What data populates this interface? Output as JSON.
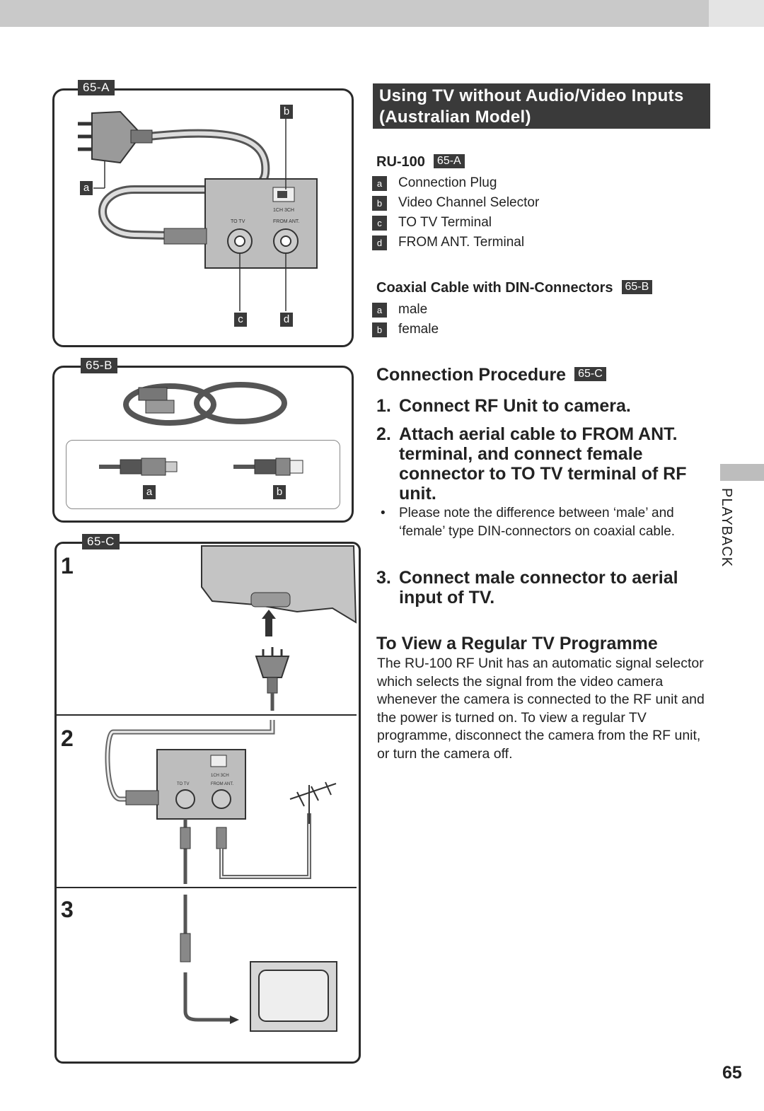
{
  "figures": {
    "a": {
      "tag": "65-A",
      "label_a": "a",
      "label_b": "b",
      "label_c": "c",
      "label_d": "d"
    },
    "b": {
      "tag": "65-B",
      "label_a": "a",
      "label_b": "b"
    },
    "c": {
      "tag": "65-C",
      "steps": [
        "1",
        "2",
        "3"
      ]
    }
  },
  "section_title_line1": "Using TV without Audio/Video Inputs",
  "section_title_line2": "(Australian Model)",
  "ru100": {
    "heading": "RU-100",
    "tag": "65-A",
    "items": [
      {
        "key": "a",
        "label": "Connection Plug"
      },
      {
        "key": "b",
        "label": "Video Channel Selector"
      },
      {
        "key": "c",
        "label": "TO TV Terminal"
      },
      {
        "key": "d",
        "label": "FROM ANT. Terminal"
      }
    ]
  },
  "coax": {
    "heading": "Coaxial Cable with DIN-Connectors",
    "tag": "65-B",
    "items": [
      {
        "key": "a",
        "label": "male"
      },
      {
        "key": "b",
        "label": "female"
      }
    ]
  },
  "procedure": {
    "heading": "Connection Procedure",
    "tag": "65-C",
    "steps": [
      {
        "num": "1.",
        "text": "Connect RF Unit to camera."
      },
      {
        "num": "2.",
        "text": "Attach aerial cable to FROM ANT. terminal, and connect female connector to TO TV terminal of RF unit."
      },
      {
        "num": "3.",
        "text": "Connect male connector to aerial input of TV."
      }
    ],
    "note": "Please note the difference between ‘male’ and ‘female’ type DIN-connectors on coaxial cable."
  },
  "regular_tv": {
    "heading": "To View a Regular TV Programme",
    "text": "The RU-100 RF Unit has an automatic signal selector which selects the signal from the video camera whenever the camera is connected to the RF unit and the power is turned on. To view a regular TV programme, disconnect the camera from the RF unit, or turn the camera off."
  },
  "diagram_text": {
    "to_tv": "TO TV",
    "from_ant": "FROM ANT.",
    "ch": "1CH 3CH"
  },
  "side_tab": "PLAYBACK",
  "page_number": "65"
}
